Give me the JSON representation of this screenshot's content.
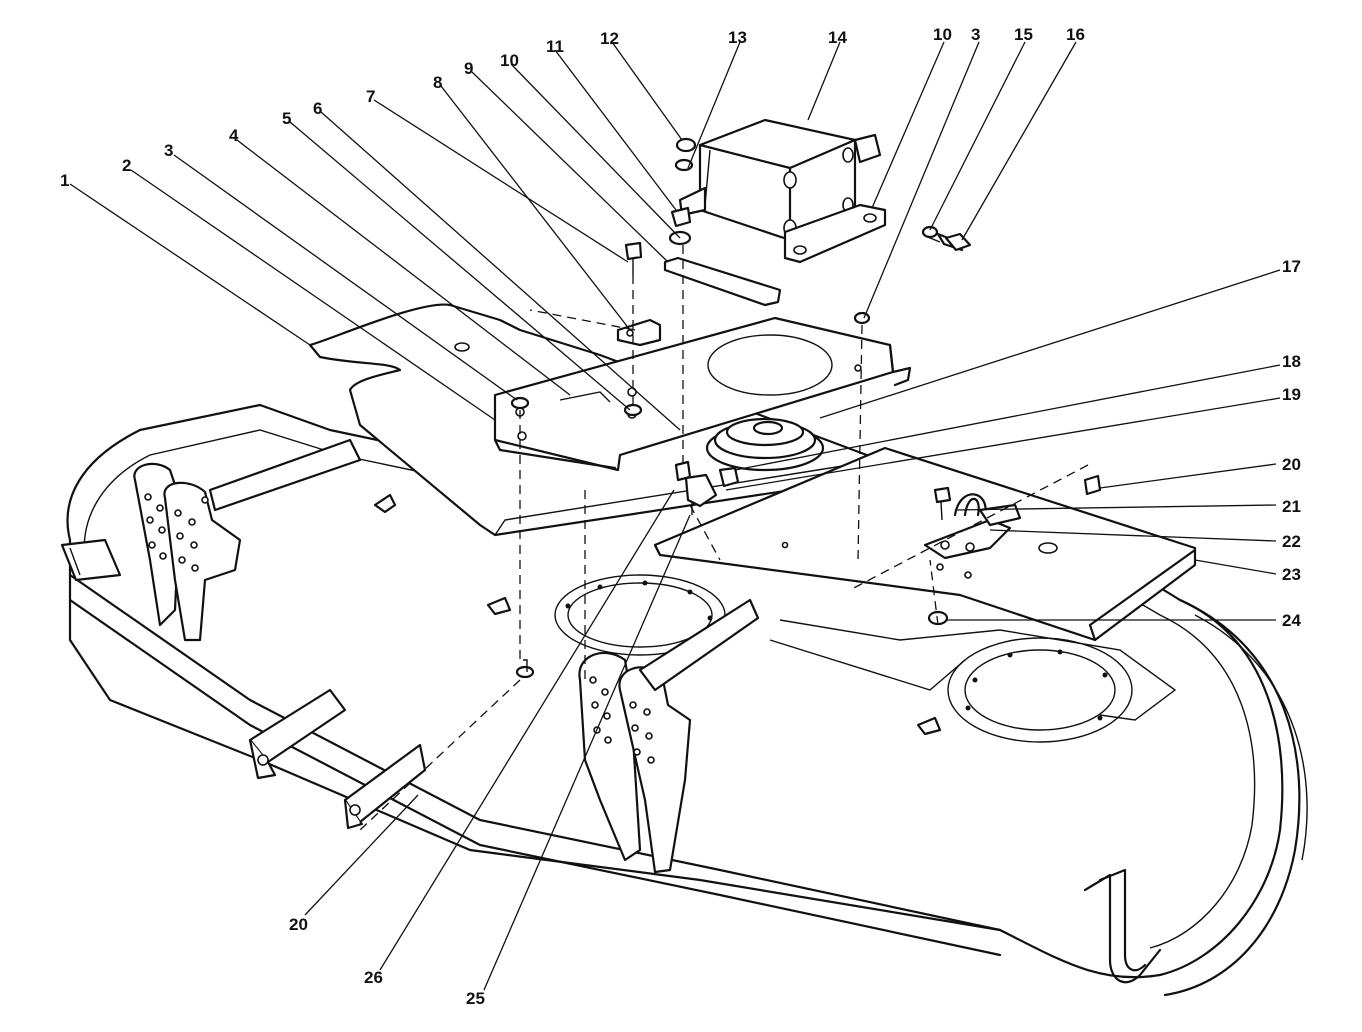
{
  "callouts": [
    {
      "id": "c1",
      "text": "1"
    },
    {
      "id": "c2",
      "text": "2"
    },
    {
      "id": "c3a",
      "text": "3"
    },
    {
      "id": "c4",
      "text": "4"
    },
    {
      "id": "c5",
      "text": "5"
    },
    {
      "id": "c6",
      "text": "6"
    },
    {
      "id": "c7",
      "text": "7"
    },
    {
      "id": "c8",
      "text": "8"
    },
    {
      "id": "c9",
      "text": "9"
    },
    {
      "id": "c10a",
      "text": "10"
    },
    {
      "id": "c11",
      "text": "11"
    },
    {
      "id": "c12",
      "text": "12"
    },
    {
      "id": "c13",
      "text": "13"
    },
    {
      "id": "c14",
      "text": "14"
    },
    {
      "id": "c10b",
      "text": "10"
    },
    {
      "id": "c3b",
      "text": "3"
    },
    {
      "id": "c15",
      "text": "15"
    },
    {
      "id": "c16",
      "text": "16"
    },
    {
      "id": "c17",
      "text": "17"
    },
    {
      "id": "c18",
      "text": "18"
    },
    {
      "id": "c19",
      "text": "19"
    },
    {
      "id": "c20a",
      "text": "20"
    },
    {
      "id": "c21",
      "text": "21"
    },
    {
      "id": "c22",
      "text": "22"
    },
    {
      "id": "c23",
      "text": "23"
    },
    {
      "id": "c24",
      "text": "24"
    },
    {
      "id": "c20b",
      "text": "20"
    },
    {
      "id": "c26",
      "text": "26"
    },
    {
      "id": "c25",
      "text": "25"
    }
  ]
}
